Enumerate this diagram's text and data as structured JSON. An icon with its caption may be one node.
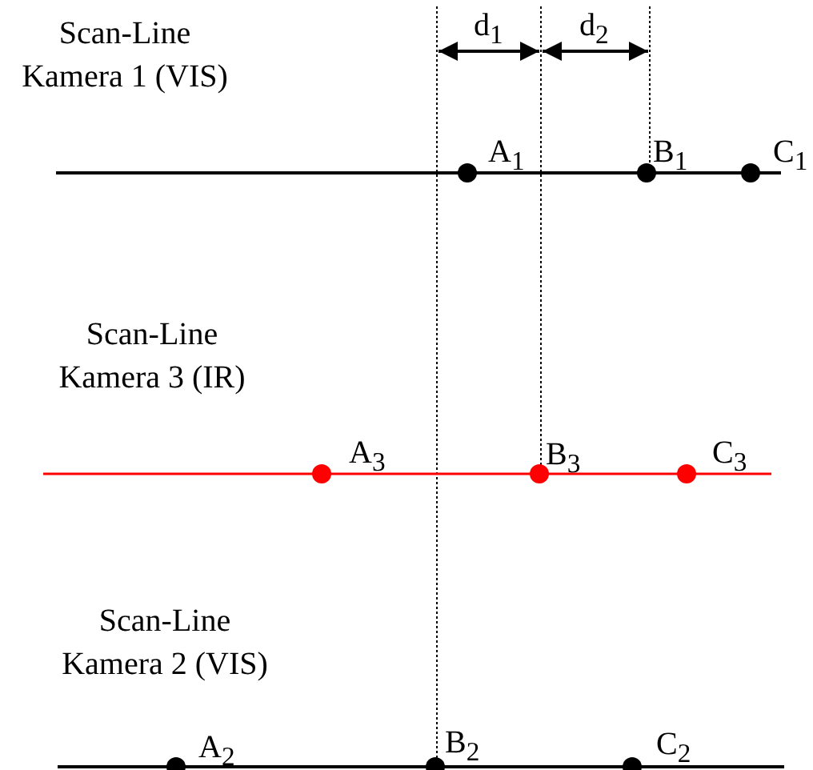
{
  "diagram": {
    "labels": [
      "d$_{1}$",
      "d$_{2}$",
      "Scan-Line Kamera 1 (VIS)",
      "A$_{1}$",
      "B$_{1}$",
      "C$_{1}$",
      "Scan-Line Kamera 3 (IR)",
      "A$_{3}$",
      "B$_{3}$",
      "C$_{3}$",
      "Scan-Line Kamera 2 (VIS)",
      "A$_{2}$",
      "B$_{2}$",
      "C$_{2}$"
    ]
  }
}
